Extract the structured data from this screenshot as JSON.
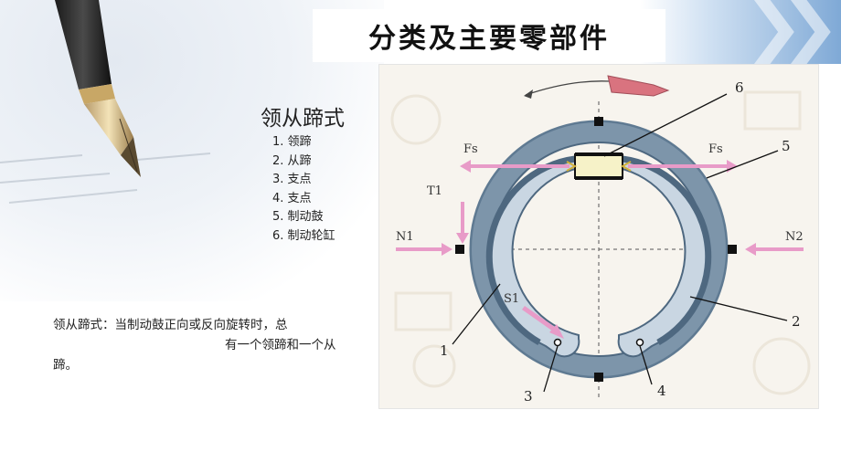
{
  "title": "分类及主要零部件",
  "subtitle": "领从蹄式",
  "parts": [
    "1. 领蹄",
    "2. 从蹄",
    "3. 支点",
    "4. 支点",
    "5. 制动鼓",
    "6. 制动轮缸"
  ],
  "description": {
    "line1": "领从蹄式：当制动鼓正向或反向旋转时，总",
    "line2": "有一个领蹄和一个从",
    "line3": "蹄。"
  },
  "diagram": {
    "force_labels": {
      "fs_left": "Fs",
      "fs_right": "Fs",
      "t1": "T1",
      "n1": "N1",
      "n2": "N2",
      "s1": "S1"
    },
    "callouts": [
      "1",
      "2",
      "3",
      "4",
      "5",
      "6"
    ],
    "colors": {
      "drum": "#7a93a8",
      "shoe": "#9ab0c2",
      "lining": "#4c6a84",
      "arrow": "#e89bc8",
      "rotation_arrow": "#d9737f"
    }
  }
}
